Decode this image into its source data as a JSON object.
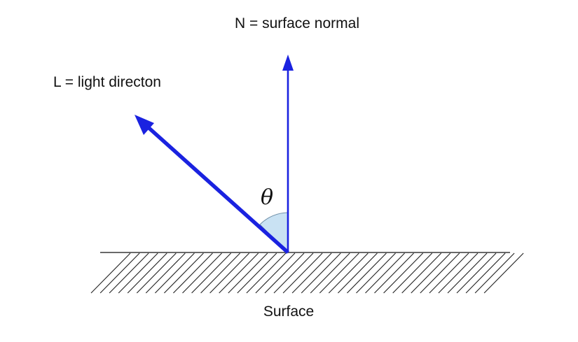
{
  "diagram": {
    "normal_label": "N = surface normal",
    "light_label": "L = light directon",
    "angle_label": "θ",
    "surface_label": "Surface"
  },
  "colors": {
    "vector": "#1a22e0",
    "angle_fill": "#c9e2f3",
    "angle_stroke": "#6f8fa8",
    "surface_line": "#111111",
    "hatch": "#222222",
    "text": "#111111"
  }
}
